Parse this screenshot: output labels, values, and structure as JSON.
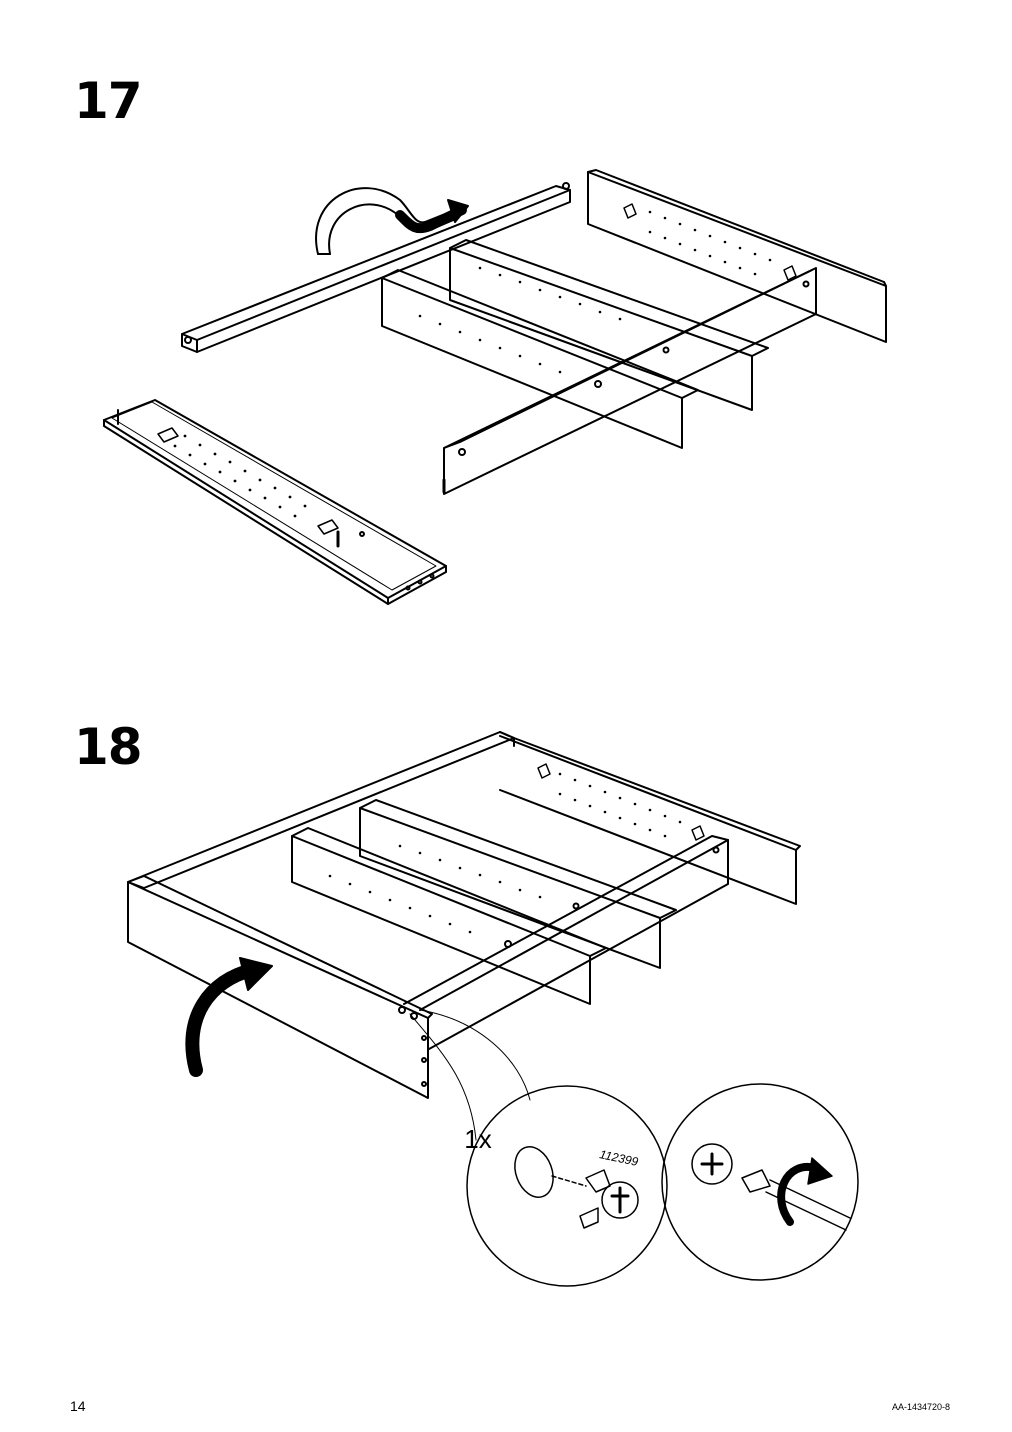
{
  "steps": [
    {
      "number": "17"
    },
    {
      "number": "18",
      "part_count": "1x",
      "part_id": "112399"
    }
  ],
  "footer": {
    "page_number": "14",
    "document_code": "AA-1434720-8"
  },
  "icons": [
    "curved-arrow-icon",
    "rotate-arrow-icon",
    "screwdriver-icon",
    "cam-lock-icon"
  ]
}
